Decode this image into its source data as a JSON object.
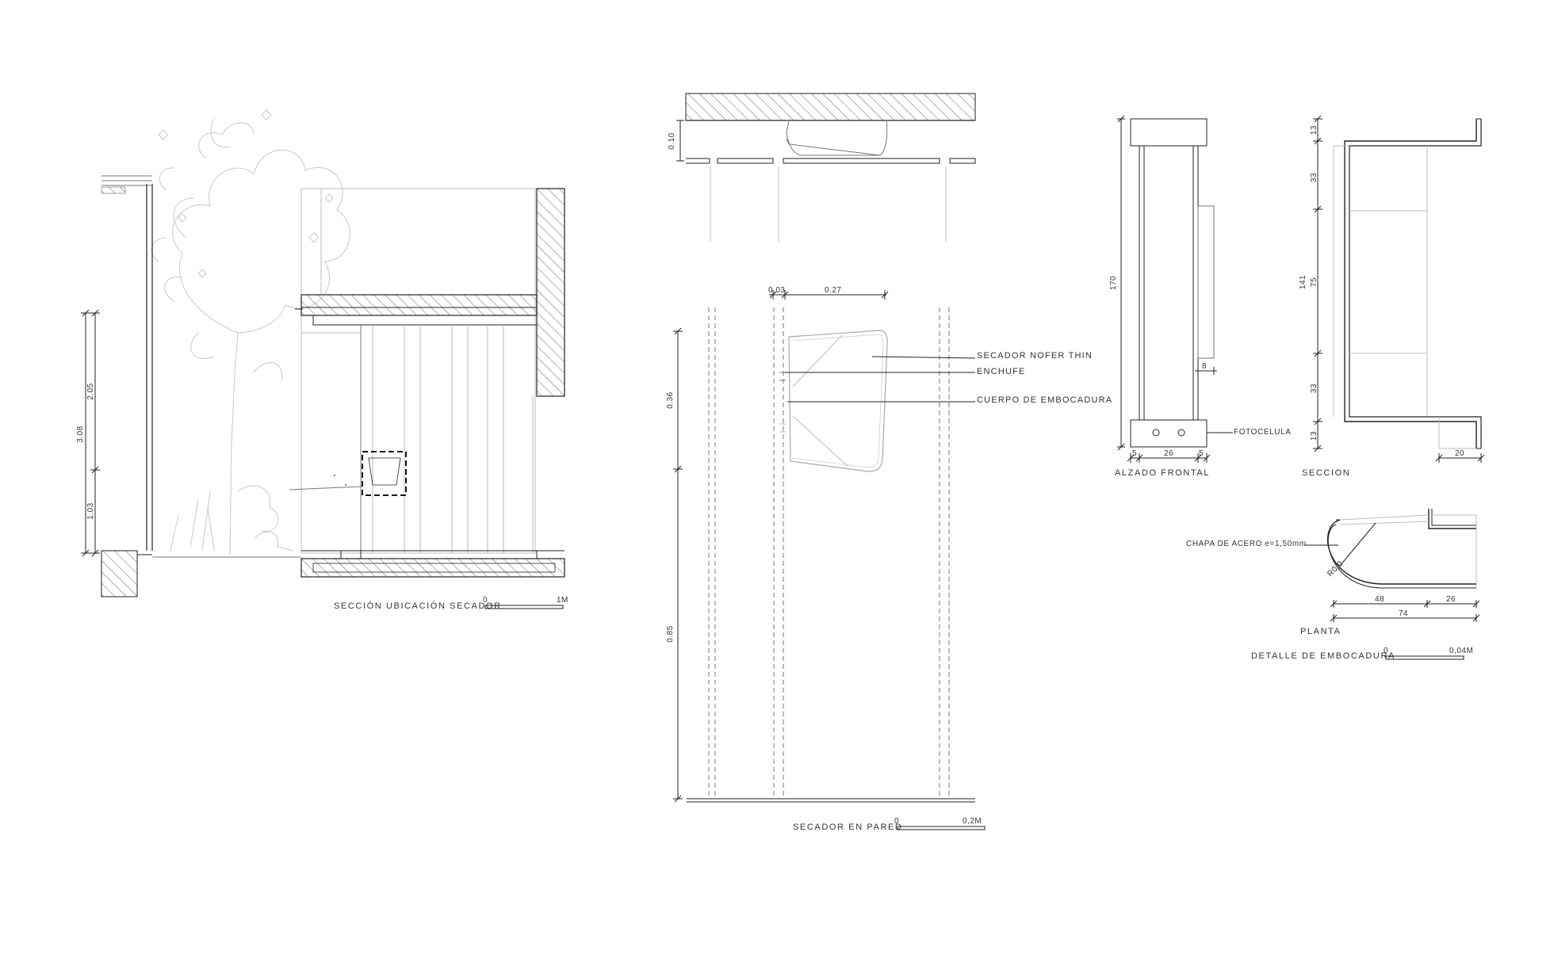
{
  "drawing_1": {
    "title": "SECCIÓN UBICACIÓN SECADOR",
    "scale_start": "0",
    "scale_end": "1M",
    "dims": {
      "total": "3.08",
      "upper": "2.05",
      "lower": "1.03"
    }
  },
  "drawing_2": {
    "title": "SECADOR EN PARED",
    "scale_start": "0",
    "scale_end": "0,2M",
    "dims": {
      "ceiling": "0.10",
      "gap": "0.03",
      "depth": "0.27",
      "dryer_height": "0.36",
      "mount_height": "0.85"
    },
    "callouts": [
      "SECADOR NOFER THIN",
      "ENCHUFE",
      "CUERPO DE EMBOCADURA"
    ]
  },
  "drawing_3": {
    "title": "DETALLE DE EMBOCADURA",
    "scale_start": "0",
    "scale_end": "0,04M",
    "front": {
      "label": "ALZADO FRONTAL",
      "height": "170",
      "widths": [
        "5",
        "26",
        "5"
      ],
      "small": "8",
      "callout": "FOTOCELULA"
    },
    "section": {
      "label": "SECCION",
      "dims_left": [
        "13",
        "33",
        "75",
        "33",
        "13"
      ],
      "total": "141",
      "bottom": "20"
    },
    "plan": {
      "label": "PLANTA",
      "callout": "CHAPA DE ACERO e=1,50mm",
      "radius": "R0,0",
      "dims": [
        "48",
        "26",
        "74"
      ]
    }
  }
}
